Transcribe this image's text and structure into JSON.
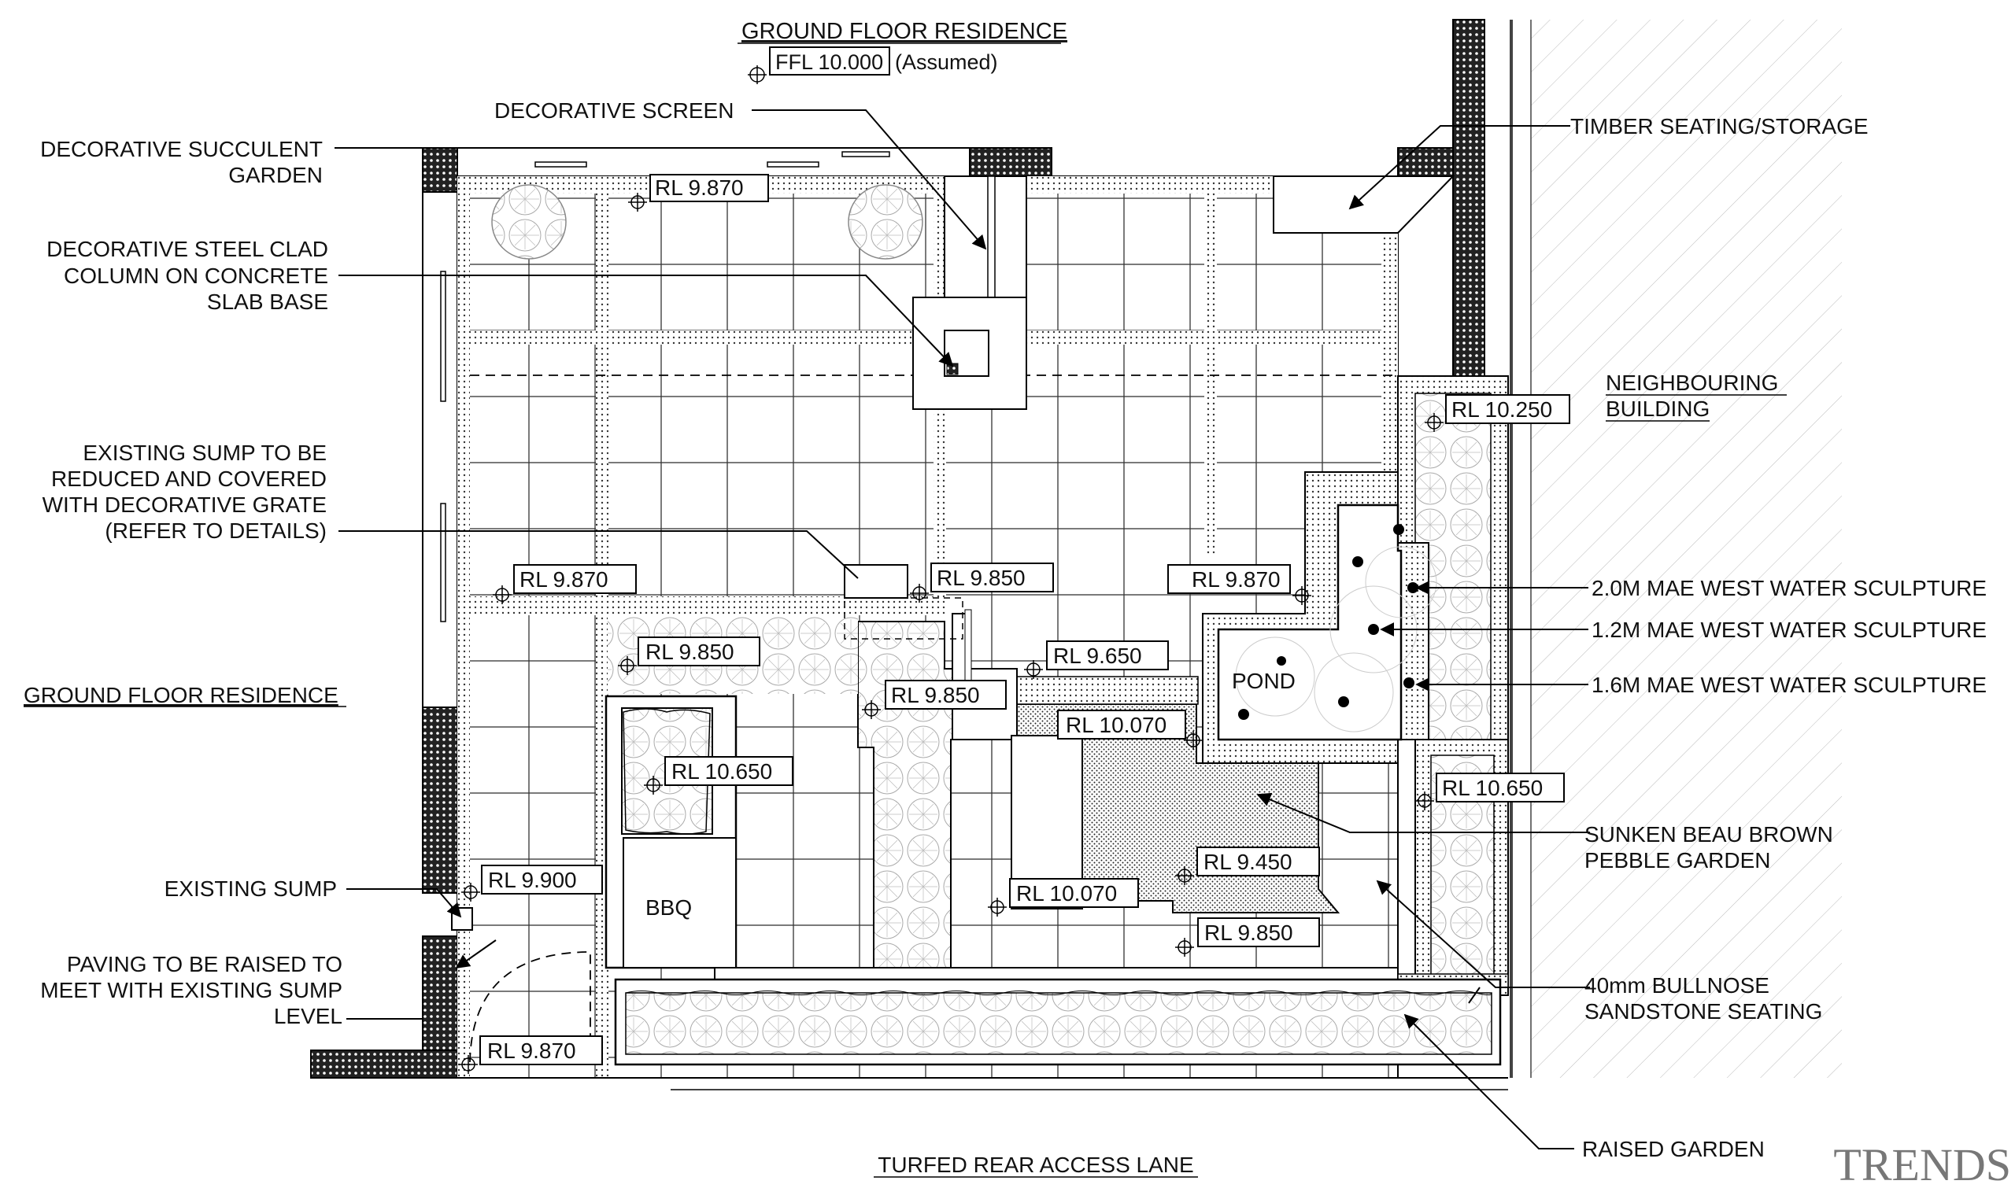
{
  "header": {
    "title": "GROUND FLOOR RESIDENCE",
    "ffl": "FFL 10.000",
    "ffl_note": "(Assumed)"
  },
  "labels_left": {
    "succulent_1": "DECORATIVE SUCCULENT",
    "succulent_2": "GARDEN",
    "column_1": "DECORATIVE STEEL CLAD",
    "column_2": "COLUMN ON CONCRETE",
    "column_3": "SLAB BASE",
    "sump_1": "EXISTING SUMP TO BE",
    "sump_2": "REDUCED AND COVERED",
    "sump_3": "WITH DECORATIVE GRATE",
    "sump_4": "(REFER TO DETAILS)",
    "residence": "GROUND FLOOR RESIDENCE",
    "existing_sump": "EXISTING SUMP",
    "paving_1": "PAVING TO BE RAISED TO",
    "paving_2": "MEET WITH EXISTING SUMP",
    "paving_3": "LEVEL"
  },
  "labels_top": {
    "screen": "DECORATIVE SCREEN"
  },
  "labels_right": {
    "timber": "TIMBER SEATING/STORAGE",
    "neighbour_1": "NEIGHBOURING",
    "neighbour_2": "BUILDING",
    "sculpture_20": "2.0M MAE WEST WATER SCULPTURE",
    "sculpture_12": "1.2M MAE WEST WATER SCULPTURE",
    "sculpture_16": "1.6M MAE WEST WATER SCULPTURE",
    "pebble_1": "SUNKEN BEAU BROWN",
    "pebble_2": "PEBBLE GARDEN",
    "seating_1": "40mm BULLNOSE",
    "seating_2": "SANDSTONE SEATING",
    "raised": "RAISED GARDEN"
  },
  "labels_bottom": {
    "lane": "TURFED REAR ACCESS LANE",
    "brand": "TRENDS"
  },
  "plan_labels": {
    "pond": "POND",
    "bbq": "BBQ"
  },
  "levels": {
    "rl_top": "RL 9.870",
    "rl_right_bed": "RL 10.250",
    "rl_mid_left": "RL 9.870",
    "rl_sump_grate": "RL 9.850",
    "rl_pond_edge": "RL 9.870",
    "rl_bbq_top": "RL 9.850",
    "rl_step": "RL 9.650",
    "rl_path": "RL 9.850",
    "rl_pond_base": "RL 10.070",
    "rl_planter": "RL 10.650",
    "rl_right_planter": "RL 10.650",
    "rl_sump": "RL 9.900",
    "rl_bench": "RL 10.070",
    "rl_pebble": "RL 9.450",
    "rl_bottom_path": "RL 9.850",
    "rl_corner": "RL 9.870"
  }
}
